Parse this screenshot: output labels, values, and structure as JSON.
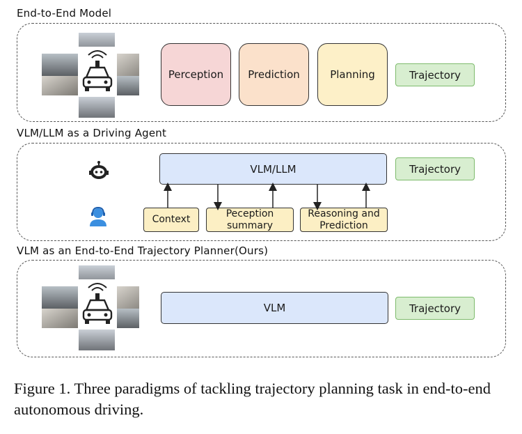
{
  "sections": {
    "end_to_end": {
      "title": "End-to-End Model",
      "perception": "Perception",
      "prediction": "Prediction",
      "planning": "Planning",
      "trajectory": "Trajectory"
    },
    "driving_agent": {
      "title": "VLM/LLM as a Driving Agent",
      "model": "VLM/LLM",
      "trajectory": "Trajectory",
      "context": "Context",
      "perception_summary": "Peception summary",
      "reasoning": "Reasoning and Prediction"
    },
    "planner": {
      "title": "VLM as an End-to-End Trajectory Planner(Ours)",
      "model": "VLM",
      "trajectory": "Trajectory"
    }
  },
  "caption": "Figure 1. Three paradigms of tackling trajectory planning task in end-to-end autonomous driving.",
  "colors": {
    "perception": "#f6d6d6",
    "prediction": "#fbe1cb",
    "planning": "#fdf0c8",
    "trajectory": "#d8eed0",
    "model": "#dbe7fb",
    "small_box": "#fcefc4"
  },
  "icons": [
    "car-sensors-icon",
    "robot-icon",
    "user-headset-icon",
    "camera-image"
  ]
}
